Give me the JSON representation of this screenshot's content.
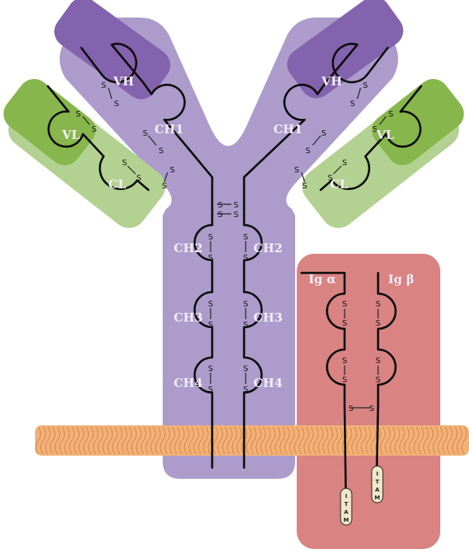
{
  "colors": {
    "heavy_chain_box": "#ad9bcb",
    "variable_heavy_box": "#8363ad",
    "light_chain_box": "#b3d190",
    "variable_light_box": "#86b64c",
    "ig_ab_box": "#d98383",
    "membrane": "#f2b177",
    "membrane_line": "#d6834a",
    "chain_line": "#0b0b0b",
    "itam_box": "#efe7c8",
    "label_text": "#f3eef7"
  },
  "labels": {
    "vh_left": "VH",
    "vh_right": "VH",
    "vl_left": "VL",
    "vl_right": "VL",
    "ch1_left": "CH1",
    "ch1_right": "CH1",
    "cl_left": "CL",
    "cl_right": "CL",
    "ch2_left": "CH2",
    "ch2_right": "CH2",
    "ch3_left": "CH3",
    "ch3_right": "CH3",
    "ch4_left": "CH4",
    "ch4_right": "CH4",
    "ig_alpha": "Ig α",
    "ig_beta": "Ig β",
    "disulfide": "S",
    "itam_letters": [
      "I",
      "T",
      "A",
      "M"
    ]
  }
}
